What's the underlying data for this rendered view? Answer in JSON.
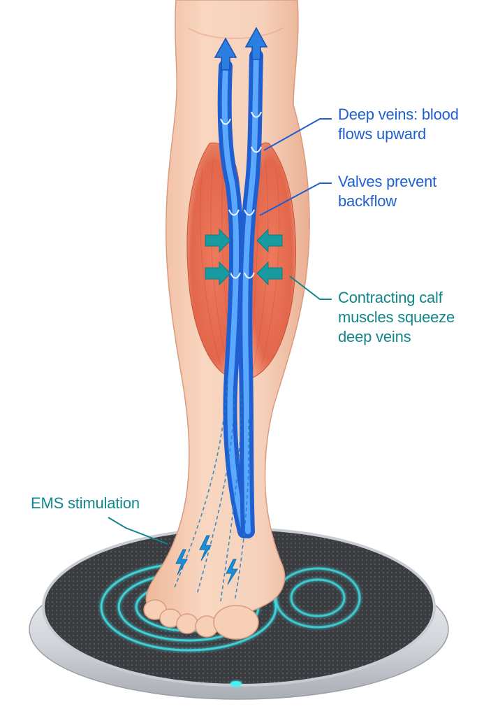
{
  "labels": {
    "deep_veins": "Deep veins: blood\nflows upward",
    "valves": "Valves prevent\nbackflow",
    "contracting": "Contracting calf\nmuscles squeeze\ndeep veins",
    "ems": "EMS stimulation"
  },
  "colors": {
    "vein_blue": "#2a7fe0",
    "label_blue": "#1f5fd0",
    "label_teal": "#11878c",
    "muscle_red": "#e2674c",
    "skin": "#f6cfb6",
    "pad_dark": "#3a3c40",
    "glow_teal": "#3fe0e6"
  },
  "icons": [
    "up-arrow-icon",
    "squeeze-arrow-icon",
    "lightning-bolt-icon",
    "led-indicator-icon"
  ]
}
